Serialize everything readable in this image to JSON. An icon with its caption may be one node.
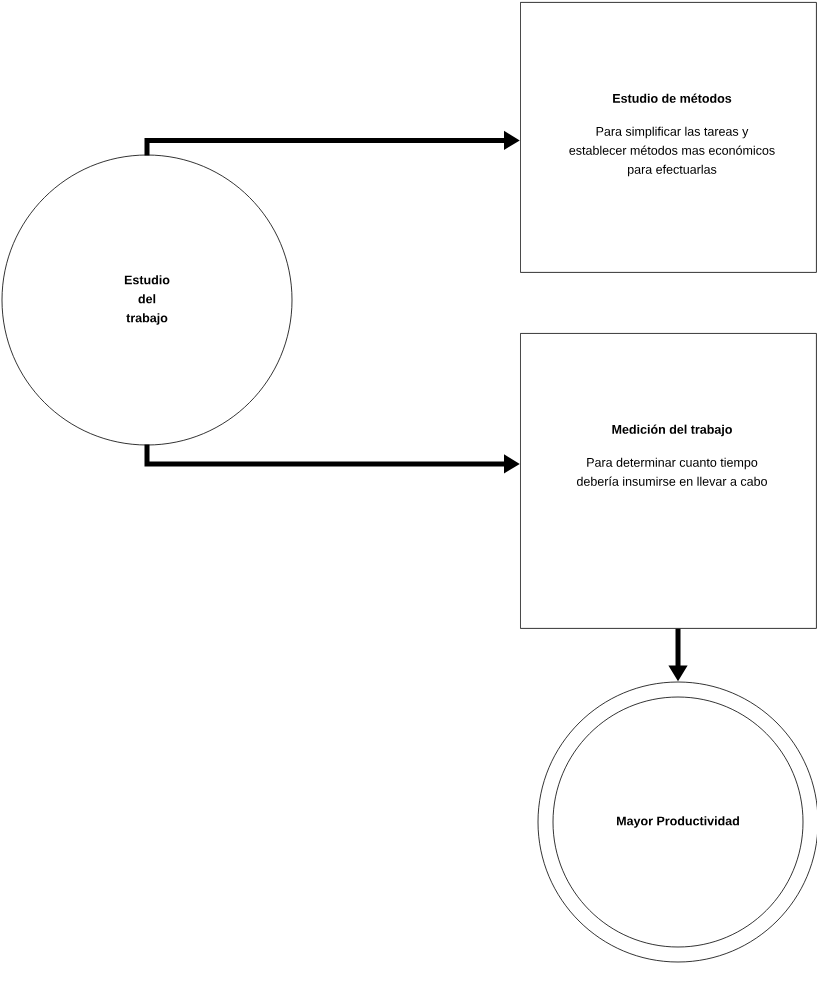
{
  "diagram": {
    "nodes": [
      {
        "text": [
          "Estudio del trabajo"
        ]
      },
      {
        "text": [
          "Estudio de métodos",
          "Para simplificar las tareas y establecer métodos mas económicos para efectuarlas"
        ]
      },
      {
        "text": [
          "Medición del trabajo",
          "Para determinar cuanto tiempo debería insumirse en llevar a cabo"
        ]
      },
      {
        "text": [
          "Mayor Productividad"
        ]
      }
    ],
    "edges": [
      {
        "from": 0,
        "to": 1,
        "arrow": "to"
      },
      {
        "from": 0,
        "to": 2,
        "arrow": "to"
      },
      {
        "from": 2,
        "to": 3,
        "arrow": "to"
      }
    ]
  }
}
